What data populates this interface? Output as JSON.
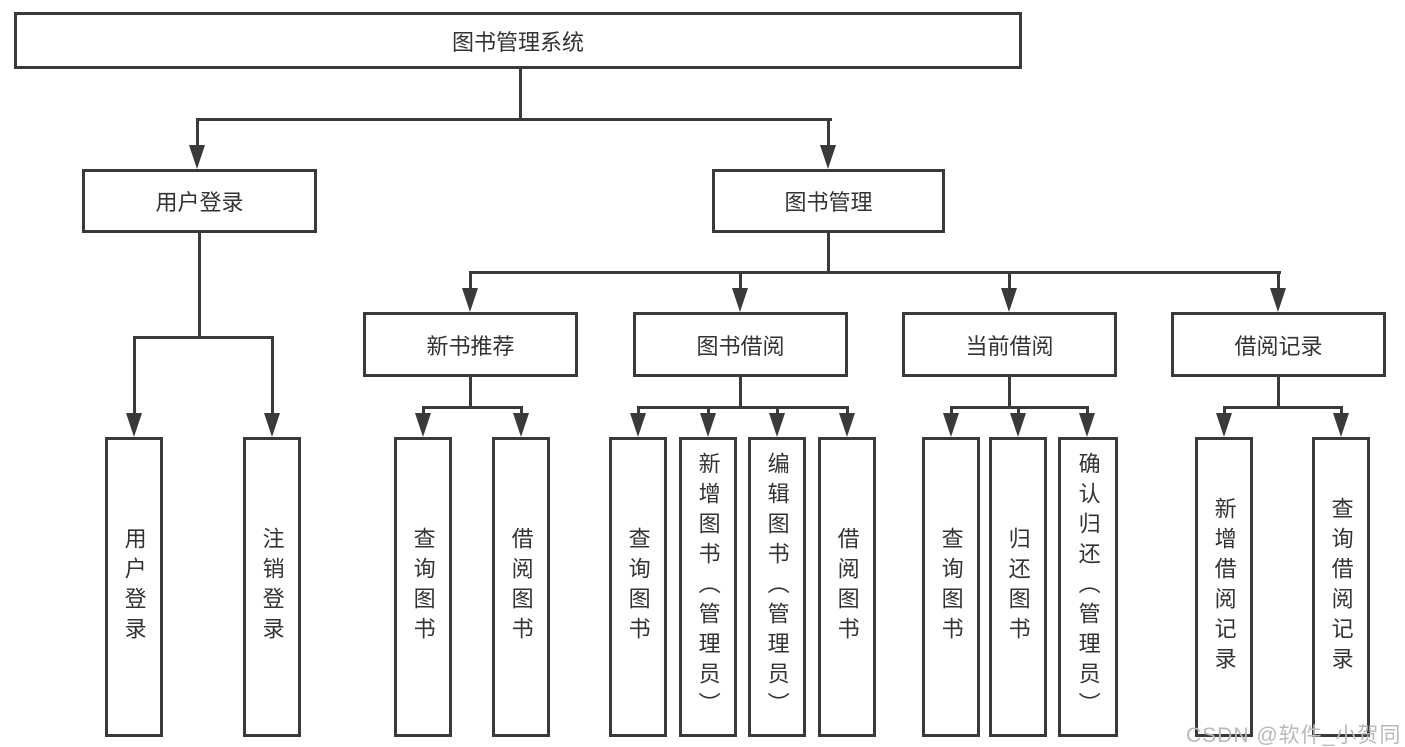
{
  "diagram": {
    "root": "图书管理系统",
    "level2": {
      "user_login": "用户登录",
      "book_management": "图书管理"
    },
    "level3": {
      "new_book_recommend": "新书推荐",
      "book_borrow": "图书借阅",
      "current_borrow": "当前借阅",
      "borrow_records": "借阅记录"
    },
    "leaves": {
      "user_login": [
        "用户登录",
        "注销登录"
      ],
      "new_book_recommend": [
        "查询图书",
        "借阅图书"
      ],
      "book_borrow": [
        "查询图书",
        "新增图书（管理员）",
        "编辑图书（管理员）",
        "借阅图书"
      ],
      "current_borrow": [
        "查询图书",
        "归还图书",
        "确认归还（管理员）"
      ],
      "borrow_records": [
        "新增借阅记录",
        "查询借阅记录"
      ]
    }
  },
  "watermark": "CSDN @软件_小贺同学",
  "colors": {
    "line": "#3a3a3a",
    "text": "#333333",
    "watermark": "#b9b9b9",
    "background": "#ffffff"
  }
}
